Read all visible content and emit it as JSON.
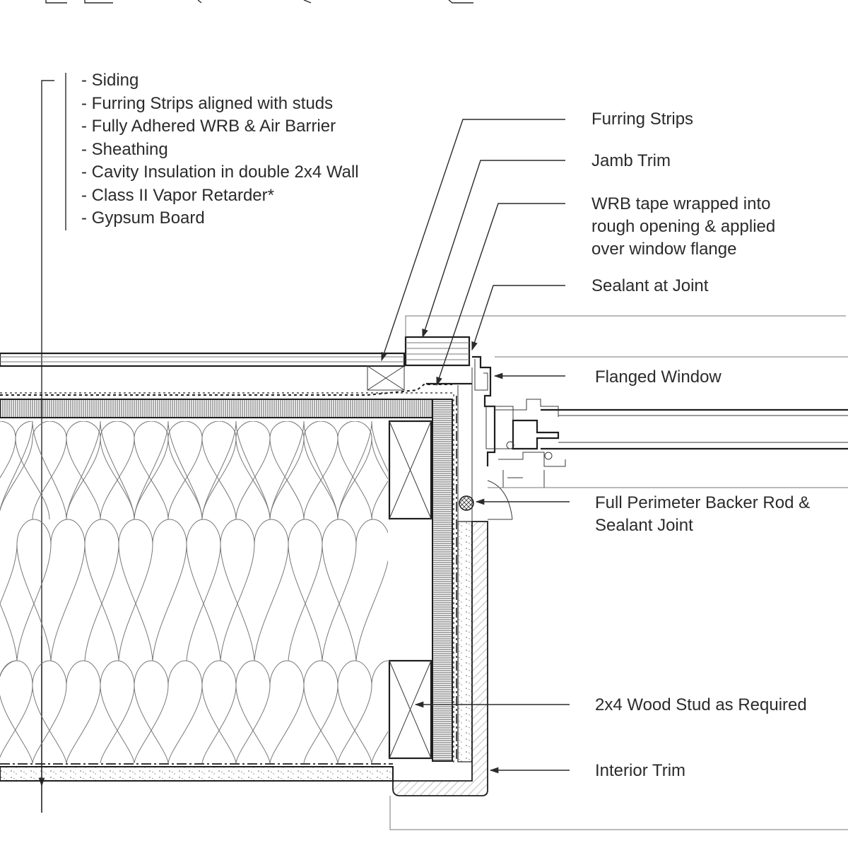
{
  "title": "",
  "wall_layers": [
    "- Siding",
    "- Furring Strips aligned with studs",
    "- Fully Adhered WRB & Air Barrier",
    "- Sheathing",
    "- Cavity Insulation in double 2x4 Wall",
    "- Class II Vapor Retarder*",
    "- Gypsum Board"
  ],
  "callouts": {
    "furring_strips": [
      "Furring Strips"
    ],
    "jamb_trim": [
      "Jamb Trim"
    ],
    "wrb_tape": [
      "WRB tape wrapped into",
      "rough opening & applied",
      "over window flange"
    ],
    "sealant_joint": [
      "Sealant at Joint"
    ],
    "flanged_window": [
      "Flanged Window"
    ],
    "backer_rod": [
      "Full Perimeter Backer Rod &",
      "Sealant Joint"
    ],
    "wood_stud": [
      "2x4 Wood Stud as Required"
    ],
    "interior_trim": [
      "Interior Trim"
    ]
  },
  "colors": {
    "line": "#2b2b2b",
    "background": "#ffffff"
  }
}
